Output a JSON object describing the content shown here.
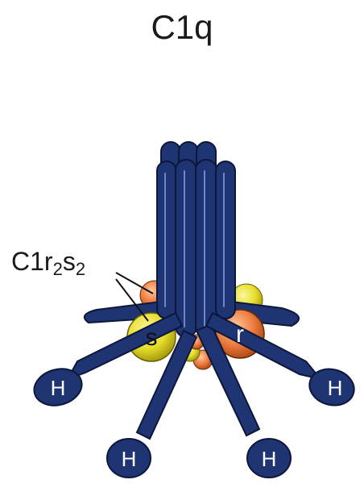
{
  "title": "C1q",
  "complex_label": {
    "base": "C1r",
    "sub1": "2",
    "mid": "s",
    "sub2": "2"
  },
  "subunit_labels": {
    "s": "s",
    "r": "r"
  },
  "head_label": "H",
  "colors": {
    "stalk": "#1f3472",
    "stalk_dark": "#13214d",
    "highlight": "#6f86c7",
    "c1s": "#e6dd2a",
    "c1r": "#ec7a3c"
  }
}
